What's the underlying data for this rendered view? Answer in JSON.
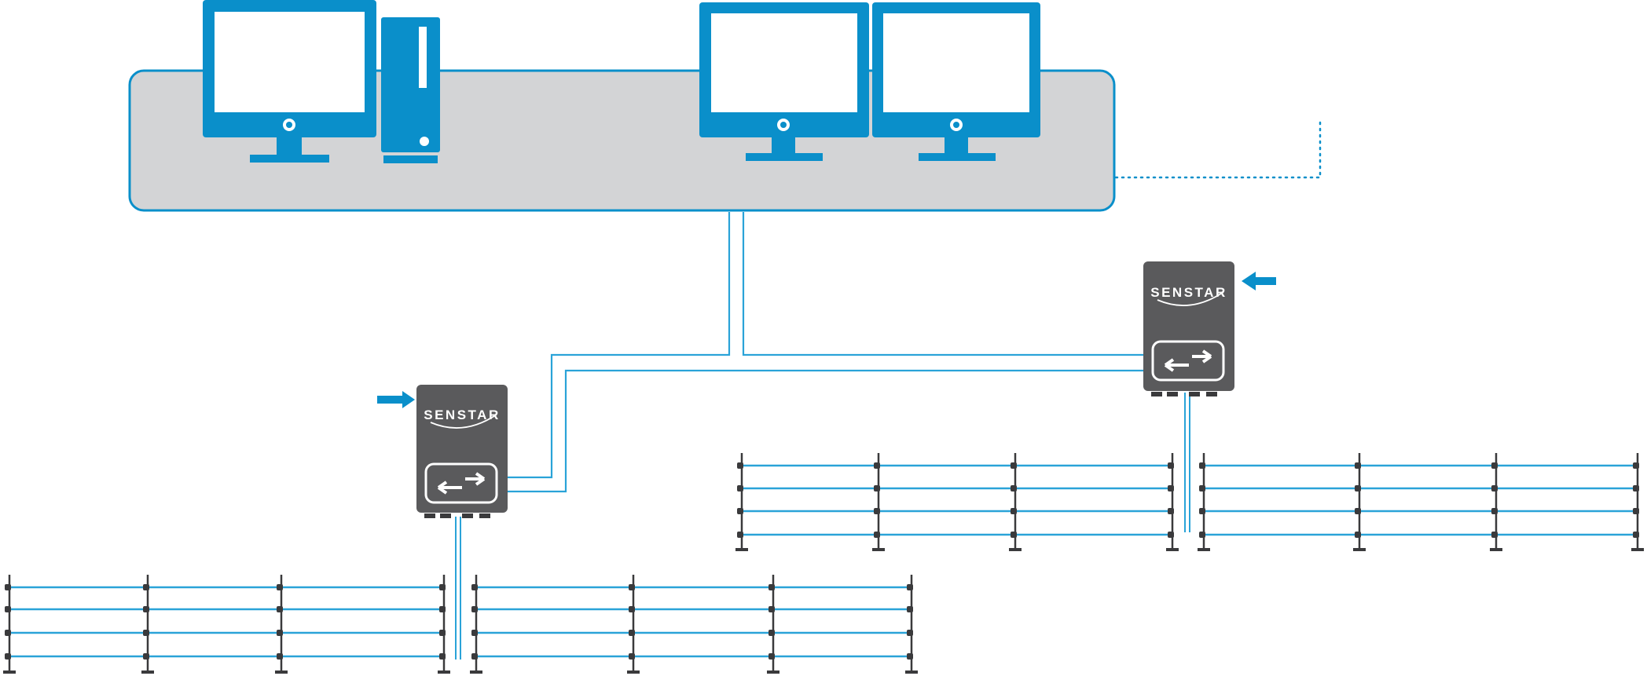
{
  "diagram": {
    "colors": {
      "accent": "#0a8fca",
      "cable": "#2aa3d8",
      "desk_fill": "#d3d4d6",
      "controller_body": "#5a5a5c",
      "post": "#3a3a3c",
      "screen": "#ffffff"
    },
    "controllers": [
      {
        "brand": "SENSTAR",
        "icon": "bidirectional-arrows-icon",
        "indicator": "arrow-right-icon"
      },
      {
        "brand": "SENSTAR",
        "icon": "bidirectional-arrows-icon",
        "indicator": "arrow-left-icon"
      }
    ],
    "workstation": {
      "devices": [
        "monitor-icon",
        "tower-pc-icon",
        "monitor-icon",
        "monitor-icon"
      ]
    },
    "fences": [
      {
        "wires": 4,
        "posts": 7
      },
      {
        "wires": 4,
        "posts": 7
      }
    ]
  }
}
